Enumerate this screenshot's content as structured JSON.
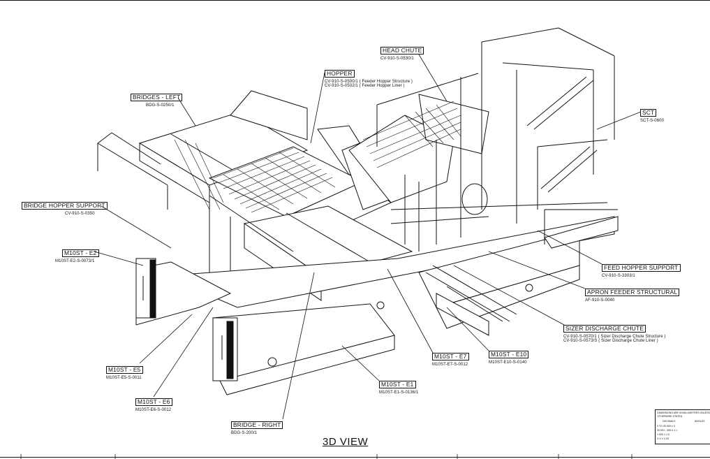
{
  "view_title": "3D VIEW",
  "callouts": {
    "head_chute": {
      "title": "HEAD CHUTE",
      "sub": "CV-910-S-0530/1"
    },
    "hopper": {
      "title": "HOPPER",
      "sub1": "CV-910-S-0500/1 ( Feeder Hopper Structure )",
      "sub2": "CV-910-S-0502/1 ( Feeder Hopper Liner )"
    },
    "bridges_left": {
      "title": "BRIDGES - LEFT",
      "sub": "BDG-S-0250/1"
    },
    "sct": {
      "title": "SCT",
      "sub": "SCT-S-0600"
    },
    "bridge_hopper_support": {
      "title": "BRIDGE HOPPER SUPPORT",
      "sub": "CV-910-S-0350"
    },
    "m10st_e2": {
      "title": "M10ST - E2",
      "sub": "M10ST-E2-S-0073/1"
    },
    "feed_hopper_support": {
      "title": "FEED HOPPER SUPPORT",
      "sub": "CV-910-S-3303/1"
    },
    "apron_feeder_structural": {
      "title": "APRON FEEDER STRUCTURAL",
      "sub": "AF-910-S-0040"
    },
    "sizer_discharge_chute": {
      "title": "SIZER DISCHARGE  CHUTE",
      "sub1": "CV-910-S-0570/1 ( Sizer Discharge Chute Structure )",
      "sub2": "CV-910-S-0573/S ( Sizer Discharge Chute Liner )"
    },
    "m10st_e7": {
      "title": "M10ST - E7",
      "sub": "M10ST-E7-S-0012"
    },
    "m10st_e10": {
      "title": "M10ST - E10",
      "sub": "M10ST-E10-S-0140"
    },
    "m10st_e5": {
      "title": "M10ST - E5",
      "sub": "M10ST-E5-S-0011"
    },
    "m10st_e6": {
      "title": "M10ST - E6",
      "sub": "M10ST-E6-S-0012"
    },
    "m10st_e1": {
      "title": "M10ST - E1",
      "sub": "M10ST-E1-S-0136/1"
    },
    "bridge_right": {
      "title": "BRIDGE - RIGHT",
      "sub": "BDG-S-200/1"
    }
  },
  "title_block": {
    "line1": "DIMENSIONS ARE IN MILLIMETRES UNLESS",
    "line2": "OTHERWISE STATED",
    "col1": "DECIMALS",
    "col2": "ANGLES",
    "r1": "0 TO 30.000   ± 0",
    "r2": "30.001 - 300.0   ± 1",
    "r3": "1.000   ± 1.0",
    "r4": "X.X   ± 0.25"
  }
}
